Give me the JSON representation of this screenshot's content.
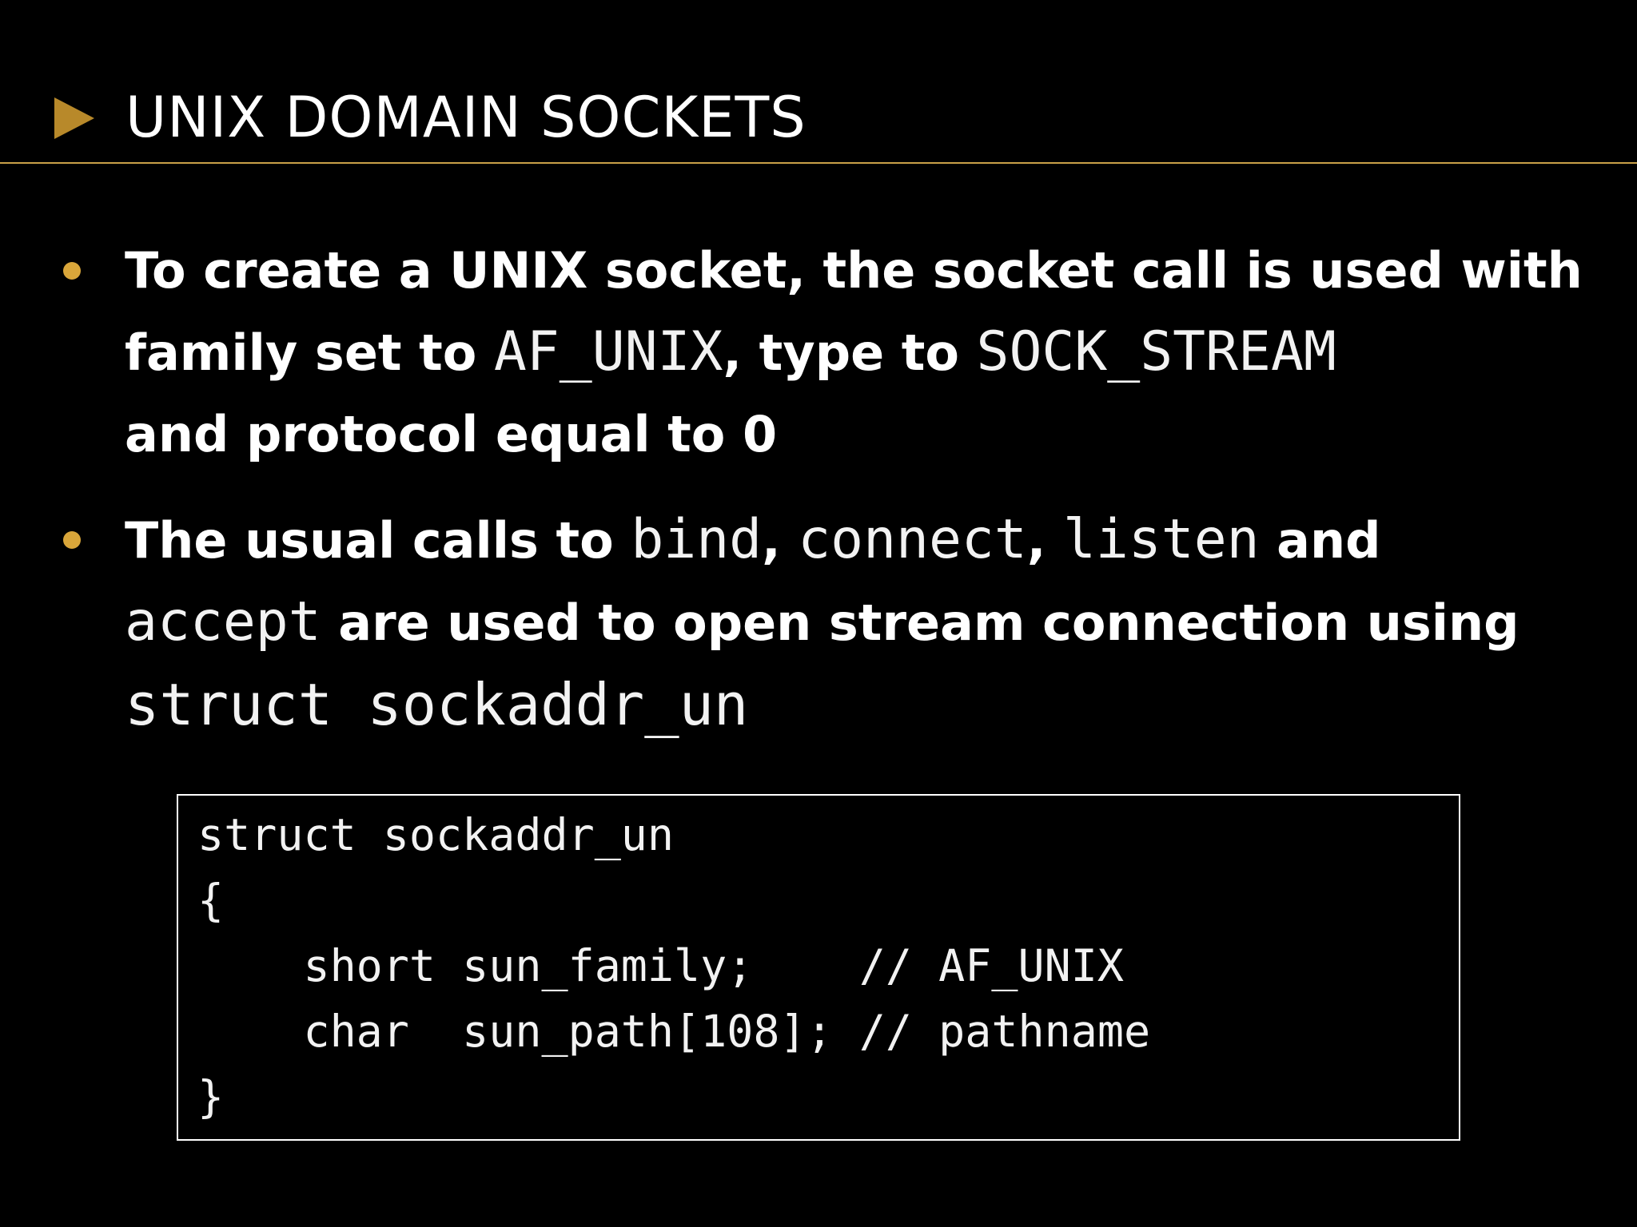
{
  "slide": {
    "title": "UNIX DOMAIN SOCKETS",
    "accent_color": "#c9a048",
    "bullet_color": "#d9a63a",
    "background_color": "#000000"
  },
  "bullets": [
    {
      "lines": [
        [
          {
            "text": "To create a UNIX socket, the socket call is used with",
            "mono": false
          }
        ],
        [
          {
            "text": "family set to ",
            "mono": false
          },
          {
            "text": "AF_UNIX",
            "mono": true
          },
          {
            "text": ", type to ",
            "mono": false
          },
          {
            "text": "SOCK_STREAM",
            "mono": true
          }
        ],
        [
          {
            "text": "and protocol equal to 0",
            "mono": false
          }
        ]
      ]
    },
    {
      "lines": [
        [
          {
            "text": "The usual calls to ",
            "mono": false
          },
          {
            "text": "bind",
            "mono": true
          },
          {
            "text": ", ",
            "mono": false
          },
          {
            "text": "connect",
            "mono": true
          },
          {
            "text": ", ",
            "mono": false
          },
          {
            "text": "listen",
            "mono": true
          },
          {
            "text": " and",
            "mono": false
          }
        ],
        [
          {
            "text": "accept",
            "mono": true
          },
          {
            "text": " are used to open stream connection using",
            "mono": false
          }
        ],
        [
          {
            "text": "struct sockaddr_un",
            "mono": true
          }
        ]
      ]
    }
  ],
  "code_block": {
    "lines": [
      "struct sockaddr_un",
      "{",
      "    short sun_family;    // AF_UNIX",
      "    char  sun_path[108]; // pathname",
      "}"
    ]
  }
}
